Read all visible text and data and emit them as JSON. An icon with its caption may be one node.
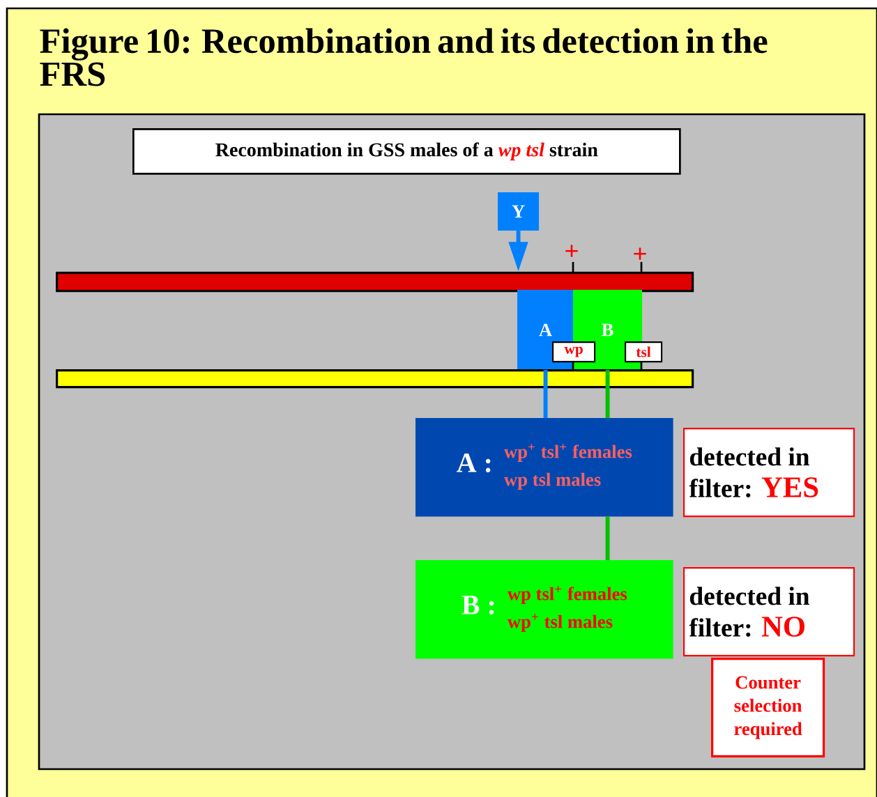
{
  "diagram": {
    "title": "Figure 10: Recombination and its detection in the FRS",
    "nodes": [
      {
        "text": [
          "Recombination in GSS males of a",
          "wp tsl",
          "strain"
        ]
      },
      {
        "text": [
          "Y"
        ]
      },
      {
        "text": [],
        "shape": "bar"
      },
      {
        "text": [
          "A"
        ]
      },
      {
        "text": [
          "B"
        ]
      },
      {
        "text": [
          "wp"
        ]
      },
      {
        "text": [
          "tsl"
        ]
      },
      {
        "text": [],
        "shape": "bar"
      },
      {
        "text": [
          "A :",
          "wp$^{+}$ tsl$^{+}$ females",
          "wp tsl males"
        ]
      },
      {
        "text": [
          "detected in filter:",
          "YES"
        ]
      },
      {
        "text": [
          "B :",
          "wp tsl$^{+}$ females",
          "wp$^{+}$ tsl males"
        ]
      },
      {
        "text": [
          "detected in filter:",
          "NO"
        ]
      },
      {
        "text": [
          "Counter selection required"
        ]
      }
    ],
    "edges": [
      {
        "from": 1,
        "to": 2,
        "arrow": "to",
        "color": "#0080ff"
      },
      {
        "from": 3,
        "to": 8,
        "arrow": "none",
        "color": "#0080ff"
      },
      {
        "from": 4,
        "to": 8,
        "arrow": "none",
        "color": "#00c000"
      },
      {
        "from": 8,
        "to": 10,
        "arrow": "none",
        "color": "#00c000"
      }
    ],
    "labels": [
      "+",
      "+"
    ]
  }
}
